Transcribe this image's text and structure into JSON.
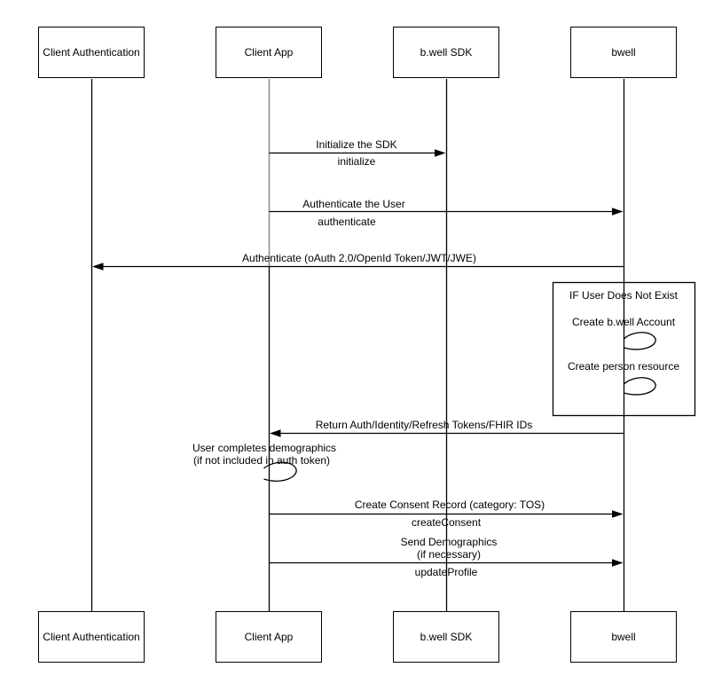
{
  "diagram": {
    "title": "b.well SDK authentication sequence diagram",
    "background_color": "#ffffff",
    "line_color": "#000000",
    "client_app_lifeline_color": "#8f8f8f"
  },
  "actors": [
    {
      "id": "client-authentication",
      "label": "Client Authentication"
    },
    {
      "id": "client-app",
      "label": "Client App"
    },
    {
      "id": "bwell-sdk",
      "label": "b.well SDK"
    },
    {
      "id": "bwell",
      "label": "bwell"
    }
  ],
  "messages": [
    {
      "title": "Initialize the SDK",
      "subtitle": "initialize",
      "from": "Client App",
      "to": "b.well SDK",
      "direction": "right"
    },
    {
      "title": "Authenticate the User",
      "subtitle": "authenticate",
      "from": "Client App",
      "to": "bwell",
      "direction": "right"
    },
    {
      "title": "Authenticate (oAuth 2.0/OpenId Token/JWT/JWE)",
      "from": "bwell",
      "to": "Client Authentication",
      "direction": "left"
    },
    {
      "title": "Return Auth/Identity/Refresh Tokens/FHIR IDs",
      "from": "bwell",
      "to": "Client App",
      "direction": "left"
    },
    {
      "title": "Create Consent Record (category: TOS)",
      "subtitle": "createConsent",
      "from": "Client App",
      "to": "bwell",
      "direction": "right"
    },
    {
      "title": "Send Demographics",
      "note": "(if necessary)",
      "subtitle": "updateProfile",
      "from": "Client App",
      "to": "bwell",
      "direction": "right"
    }
  ],
  "condition_block": {
    "title": "IF User Does Not Exist",
    "steps": [
      "Create b.well Account",
      "Create person resource"
    ]
  },
  "note": {
    "line1": "User completes demographics",
    "line2": "(if not included in auth token)"
  }
}
